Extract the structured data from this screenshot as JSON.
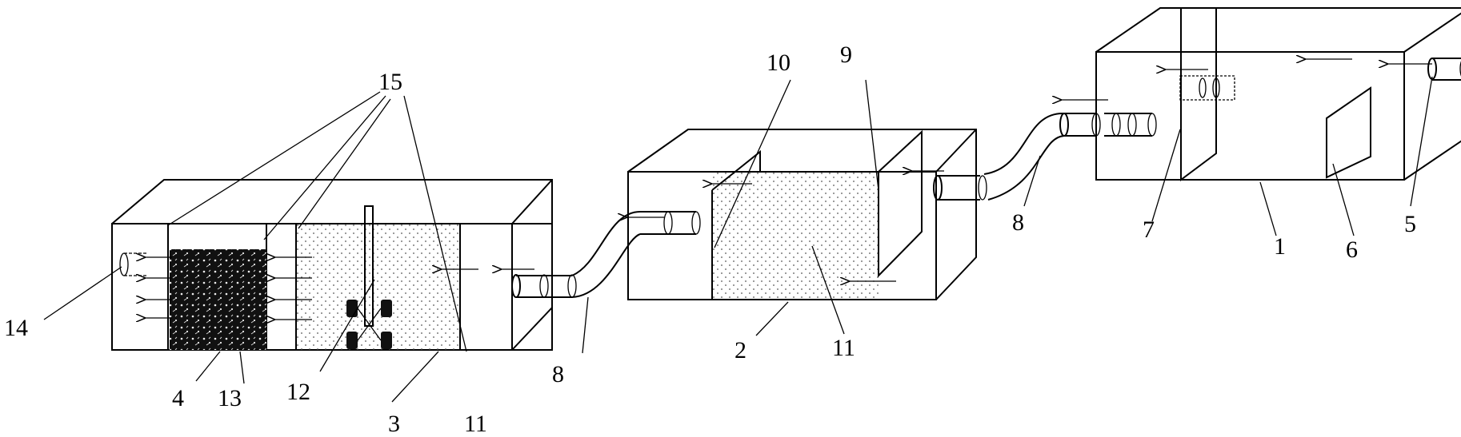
{
  "labels": {
    "l1": "1",
    "l2": "2",
    "l3": "3",
    "l4": "4",
    "l5": "5",
    "l6": "6",
    "l7": "7",
    "l8a": "8",
    "l8b": "8",
    "l9": "9",
    "l10": "10",
    "l11a": "11",
    "l11b": "11",
    "l12": "12",
    "l13": "13",
    "l14": "14",
    "l15": "15"
  }
}
